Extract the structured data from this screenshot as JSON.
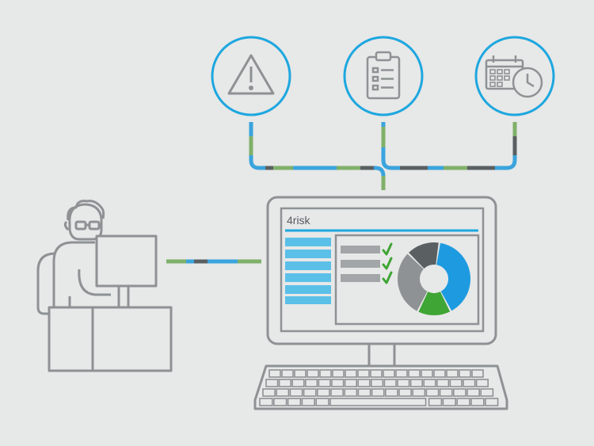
{
  "app": {
    "brand_label": "4risk"
  },
  "icons": {
    "top_left": "warning-triangle-icon",
    "top_center": "clipboard-checklist-icon",
    "top_right": "calendar-clock-icon"
  },
  "colors": {
    "background": "#e7e8e8",
    "outline": "#8e9294",
    "ring_blue": "#1ea7df",
    "connector_blue": "#3aa4dd",
    "connector_green": "#7fb069",
    "connector_dark": "#5a5f62",
    "sidebar_blue": "#5bc0e8",
    "check_green": "#3fa535",
    "donut_blue": "#1e9be0",
    "donut_green": "#3fa535",
    "donut_gray": "#8e9294",
    "donut_dark": "#5a5f62",
    "bar_gray": "#a2a6a8"
  },
  "dashboard": {
    "sidebar_rows": 6,
    "checklist_rows": 3,
    "donut_segments": [
      {
        "name": "blue",
        "color": "#1e9be0",
        "share": 0.4
      },
      {
        "name": "green",
        "color": "#3fa535",
        "share": 0.15
      },
      {
        "name": "gray",
        "color": "#8e9294",
        "share": 0.3
      },
      {
        "name": "dark",
        "color": "#5a5f62",
        "share": 0.15
      }
    ]
  }
}
